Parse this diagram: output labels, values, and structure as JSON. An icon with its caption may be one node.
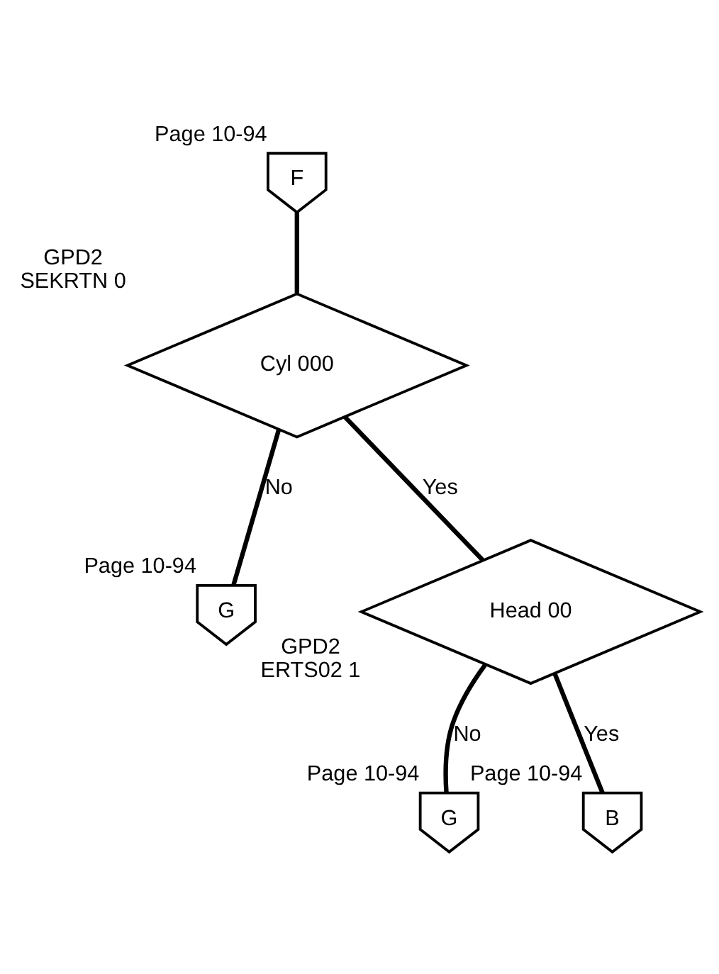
{
  "diagram": {
    "nodes": [
      {
        "text": [
          "F"
        ],
        "beside": [
          "Page 10-94"
        ]
      },
      {
        "text": [
          "Cyl 000"
        ],
        "beside": [
          "GPD2",
          "SEKRTN 0"
        ]
      },
      {
        "text": [
          "G"
        ],
        "beside": [
          "Page 10-94"
        ]
      },
      {
        "text": [
          "Head 00"
        ],
        "beside": [
          "GPD2",
          "ERTS02 1"
        ]
      },
      {
        "text": [
          "G"
        ],
        "beside": [
          "Page 10-94"
        ]
      },
      {
        "text": [
          "B"
        ],
        "beside": [
          "Page 10-94"
        ]
      }
    ],
    "edges": [
      {
        "from": 0,
        "to": 1,
        "arrow": "none"
      },
      {
        "from": 1,
        "to": 2,
        "arrow": "none",
        "label": "No"
      },
      {
        "from": 1,
        "to": 3,
        "arrow": "none",
        "label": "Yes"
      },
      {
        "from": 3,
        "to": 4,
        "arrow": "none",
        "label": "No"
      },
      {
        "from": 3,
        "to": 5,
        "arrow": "none",
        "label": "Yes"
      }
    ]
  }
}
